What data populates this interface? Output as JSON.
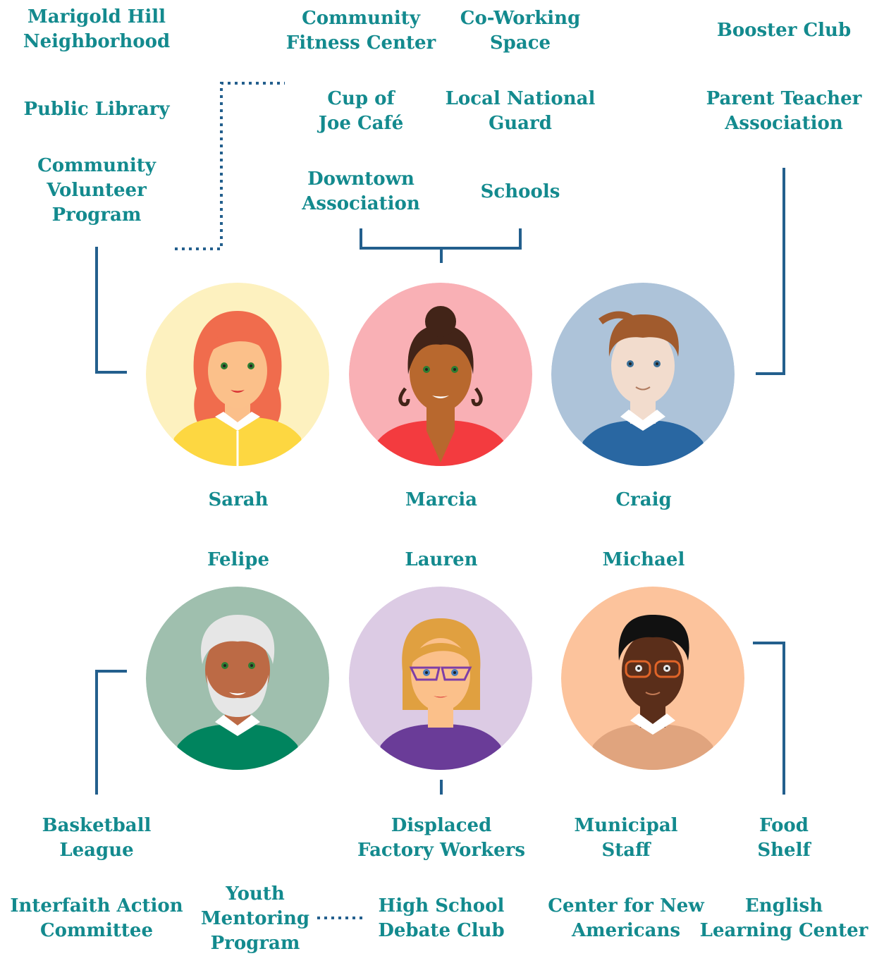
{
  "labels": {
    "marigold": "Marigold Hill\nNeighborhood",
    "fitness": "Community\nFitness Center",
    "coworking": "Co-Working\nSpace",
    "booster": "Booster Club",
    "library": "Public Library",
    "cafe": "Cup of\nJoe Café",
    "guard": "Local National\nGuard",
    "pta": "Parent Teacher\nAssociation",
    "volunteer": "Community\nVolunteer\nProgram",
    "downtown": "Downtown\nAssociation",
    "schools": "Schools",
    "basketball": "Basketball\nLeague",
    "displaced": "Displaced\nFactory Workers",
    "municipal": "Municipal\nStaff",
    "food": "Food\nShelf",
    "interfaith": "Interfaith Action\nCommittee",
    "youth": "Youth\nMentoring\nProgram",
    "debate": "High School\nDebate Club",
    "newamericans": "Center for New\nAmericans",
    "english": "English\nLearning Center"
  },
  "people": {
    "sarah": "Sarah",
    "marcia": "Marcia",
    "craig": "Craig",
    "felipe": "Felipe",
    "lauren": "Lauren",
    "michael": "Michael"
  },
  "colors": {
    "text": "#138a8e",
    "connector": "#235f8d",
    "sarah_bg": "#fdf1bf",
    "marcia_bg": "#f9b0b5",
    "craig_bg": "#adc3d9",
    "felipe_bg": "#9fbfae",
    "lauren_bg": "#dccbe4",
    "michael_bg": "#fcc39c"
  }
}
